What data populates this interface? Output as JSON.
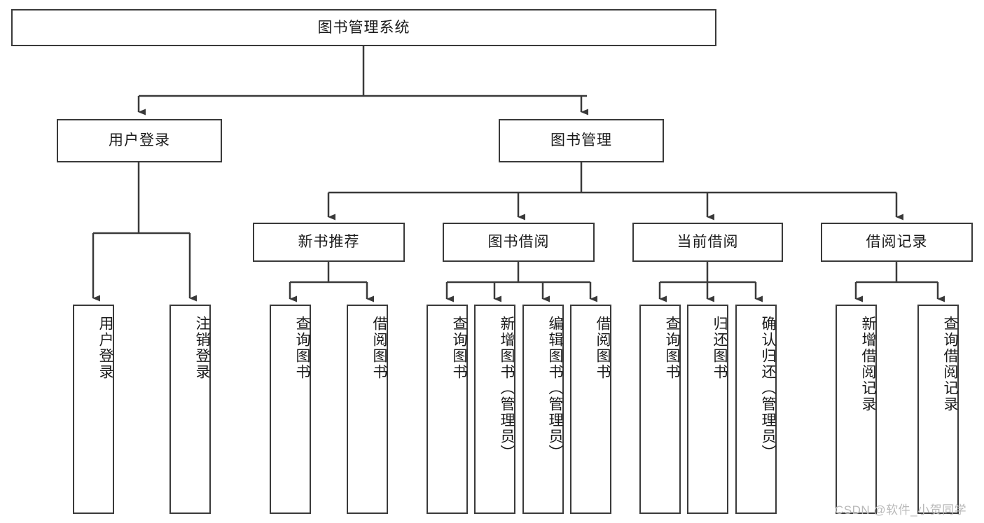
{
  "diagram": {
    "title": "图书管理系统",
    "type": "tree-hierarchy-diagram",
    "root": {
      "label": "图书管理系统"
    },
    "level2": [
      {
        "label": "用户登录"
      },
      {
        "label": "图书管理"
      }
    ],
    "level3": [
      {
        "label": "新书推荐"
      },
      {
        "label": "图书借阅"
      },
      {
        "label": "当前借阅"
      },
      {
        "label": "借阅记录"
      }
    ],
    "leaves": {
      "user_login": [
        {
          "label": "用户登录"
        },
        {
          "label": "注销登录"
        }
      ],
      "new_book_recommend": [
        {
          "label": "查询图书"
        },
        {
          "label": "借阅图书"
        }
      ],
      "book_borrow": [
        {
          "label": "查询图书"
        },
        {
          "label": "新增图书（管理员）"
        },
        {
          "label": "编辑图书（管理员）"
        },
        {
          "label": "借阅图书"
        }
      ],
      "current_borrow": [
        {
          "label": "查询图书"
        },
        {
          "label": "归还图书"
        },
        {
          "label": "确认归还（管理员）"
        }
      ],
      "borrow_record": [
        {
          "label": "新增借阅记录"
        },
        {
          "label": "查询借阅记录"
        }
      ]
    },
    "watermark": "CSDN @软件_小贺同学",
    "colors": {
      "stroke": "#3a3a3a",
      "fill": "#ffffff",
      "text": "#1a1a1a",
      "watermark": "#b9b9b9"
    }
  }
}
